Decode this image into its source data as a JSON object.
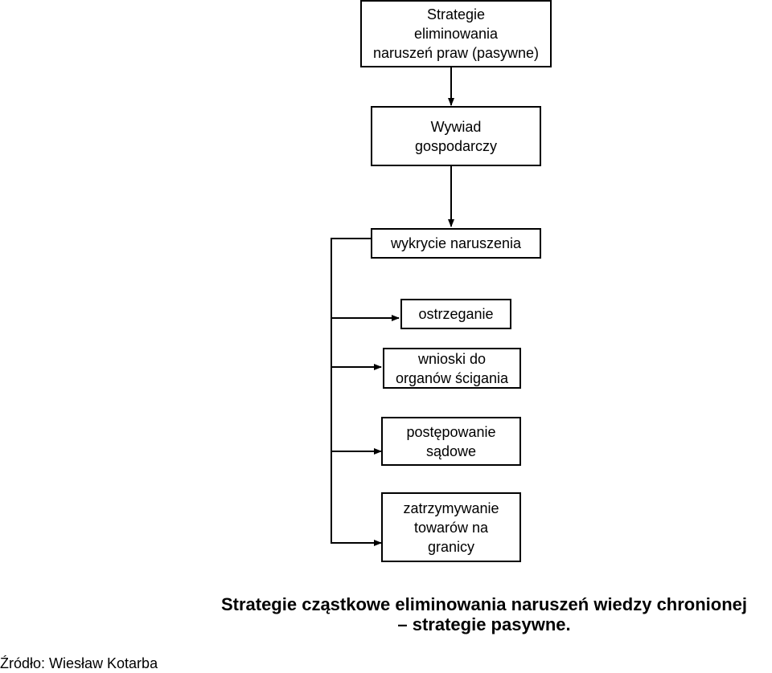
{
  "diagram": {
    "nodes": {
      "root": {
        "lines": [
          "Strategie",
          "eliminowania",
          "naruszeń praw (pasywne)"
        ]
      },
      "intelligence": {
        "lines": [
          "Wywiad",
          "gospodarczy"
        ]
      },
      "detection": {
        "lines": [
          "wykrycie naruszenia"
        ]
      },
      "warning": {
        "lines": [
          "ostrzeganie"
        ]
      },
      "motions": {
        "lines": [
          "wnioski do",
          "organów ścigania"
        ]
      },
      "court": {
        "lines": [
          "postępowanie",
          "sądowe"
        ]
      },
      "border": {
        "lines": [
          "zatrzymywanie",
          "towarów na",
          "granicy"
        ]
      }
    },
    "edges": [
      {
        "from": "root",
        "to": "intelligence"
      },
      {
        "from": "intelligence",
        "to": "detection"
      },
      {
        "from": "detection",
        "to": "warning"
      },
      {
        "from": "detection",
        "to": "motions"
      },
      {
        "from": "detection",
        "to": "court"
      },
      {
        "from": "detection",
        "to": "border"
      }
    ]
  },
  "caption": {
    "line1": "Strategie cząstkowe eliminowania naruszeń wiedzy chronionej",
    "line2": "– strategie pasywne."
  },
  "source": "Źródło: Wiesław Kotarba"
}
